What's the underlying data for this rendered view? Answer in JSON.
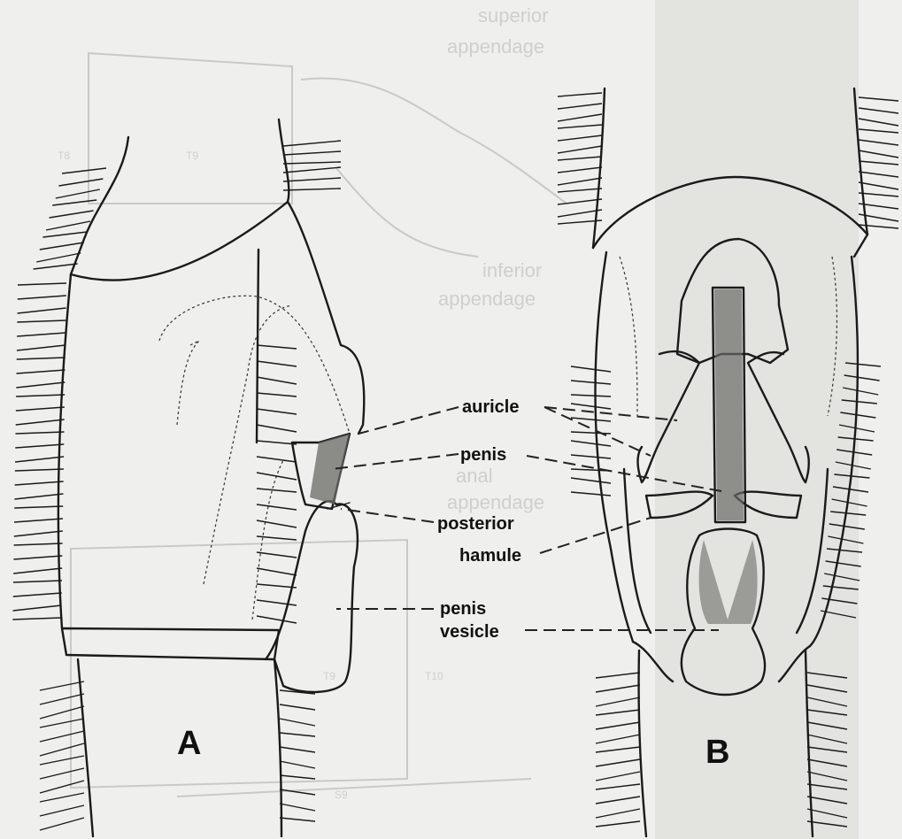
{
  "labels": {
    "auricle": "auricle",
    "penis": "penis",
    "posterior": "posterior",
    "hamule": "hamule",
    "penis_vesicle_line1": "penis",
    "penis_vesicle_line2": "vesicle"
  },
  "panels": {
    "a": "A",
    "b": "B"
  },
  "background_bleed_text": {
    "superior_1": "superior",
    "superior_2": "appendage",
    "inferior_1": "inferior",
    "inferior_2": "appendage",
    "anal_1": "anal",
    "anal_2": "appendage",
    "t8": "T8",
    "t9": "T9",
    "t10": "T10",
    "t9b": "T9",
    "s9": "S9"
  },
  "colors": {
    "ink": "#1a1a1a",
    "paper": "#efefed",
    "bleed": "#cfcfcc"
  }
}
